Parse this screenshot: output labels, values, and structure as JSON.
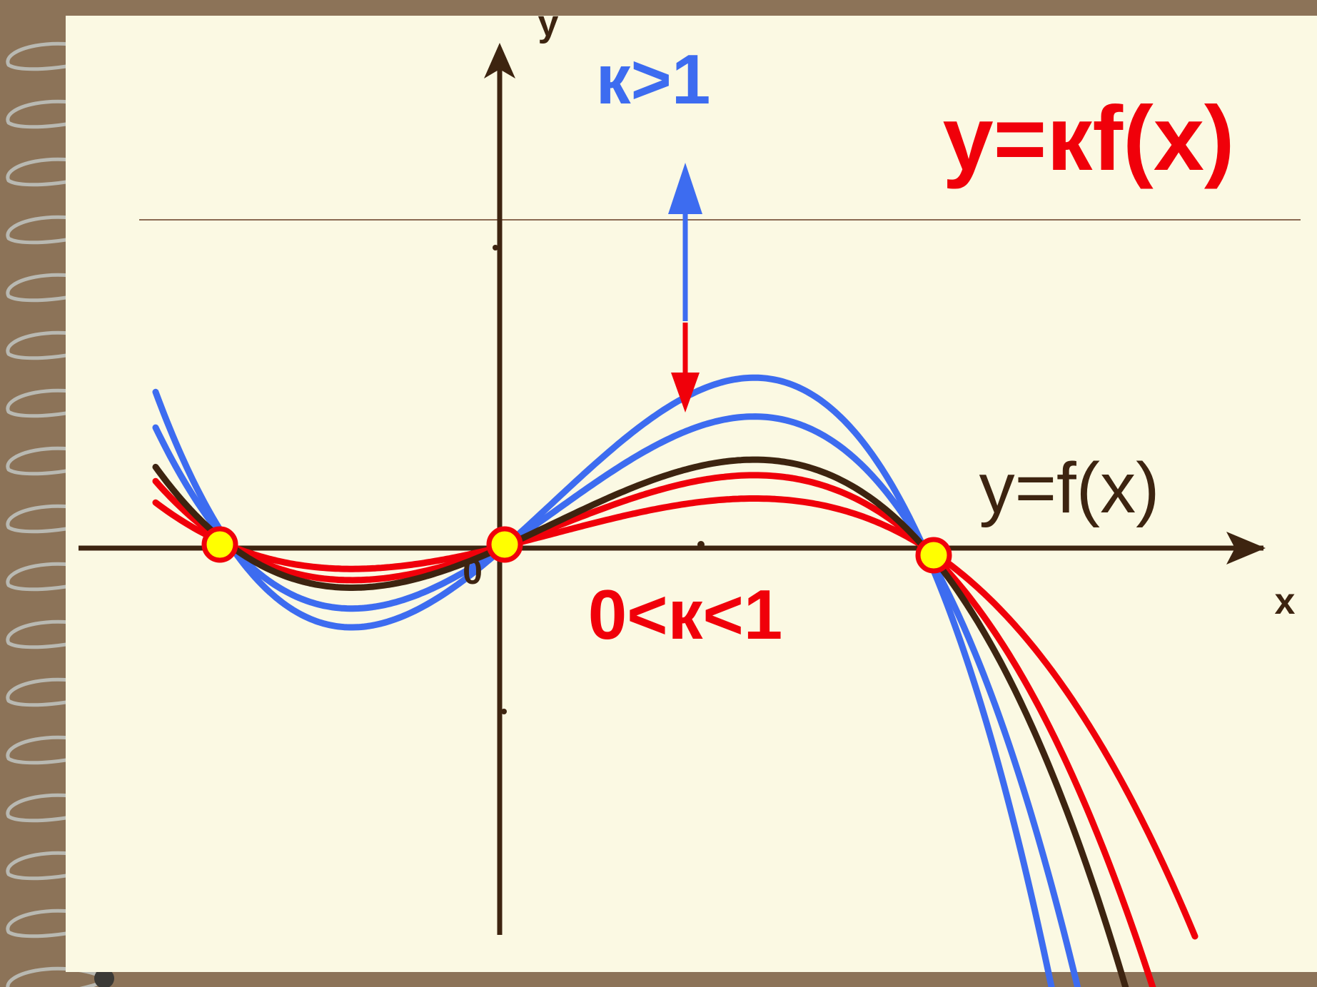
{
  "labels": {
    "axis_x": "x",
    "axis_y": "y",
    "origin": "0",
    "k_gt_1": "к>1",
    "k_between": "0<к<1",
    "formula_kfx": "y=кf(x)",
    "formula_fx": "y=f(x)"
  },
  "colors": {
    "paper": "#fbf9e3",
    "frame": "#8c7358",
    "axis": "#3d2410",
    "base_curve": "#3d2410",
    "stretch_curve": "#3d6cf0",
    "compress_curve": "#f0000a",
    "point_fill": "#ffff00",
    "point_stroke": "#f0000a"
  },
  "chart_data": {
    "type": "line",
    "series": [
      {
        "name": "y=f(x)",
        "kind": "base",
        "k": 1
      },
      {
        "name": "к>1",
        "kind": "stretch",
        "k": 1.5
      },
      {
        "name": "к>1",
        "kind": "stretch",
        "k": 1.95
      },
      {
        "name": "0<к<1",
        "kind": "compress",
        "k": 0.82
      },
      {
        "name": "0<к<1",
        "kind": "compress",
        "k": 0.55
      }
    ],
    "fixed_points": [
      "root-left",
      "origin",
      "root-right"
    ],
    "arrows": [
      "up: к>1",
      "down: 0<к<1"
    ]
  }
}
